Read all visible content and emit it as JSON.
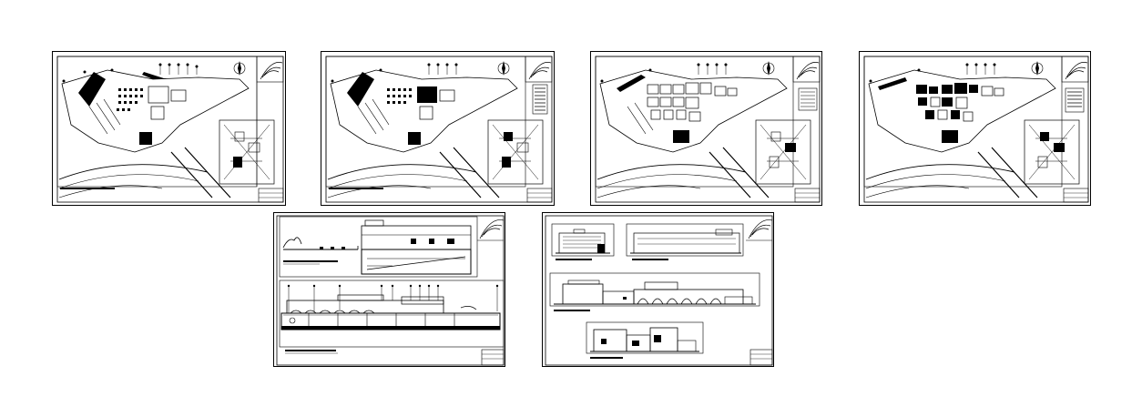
{
  "drawing_set": {
    "sheets": [
      {
        "id": "plan-1",
        "kind": "site-plan",
        "variant": "sparse"
      },
      {
        "id": "plan-2",
        "kind": "site-plan",
        "variant": "filled"
      },
      {
        "id": "plan-3",
        "kind": "site-plan",
        "variant": "dense"
      },
      {
        "id": "plan-4",
        "kind": "site-plan",
        "variant": "dense"
      },
      {
        "id": "sections",
        "kind": "building-sections"
      },
      {
        "id": "elevations",
        "kind": "building-elevations"
      }
    ],
    "line_color": "#000000",
    "paper_color": "#ffffff"
  }
}
